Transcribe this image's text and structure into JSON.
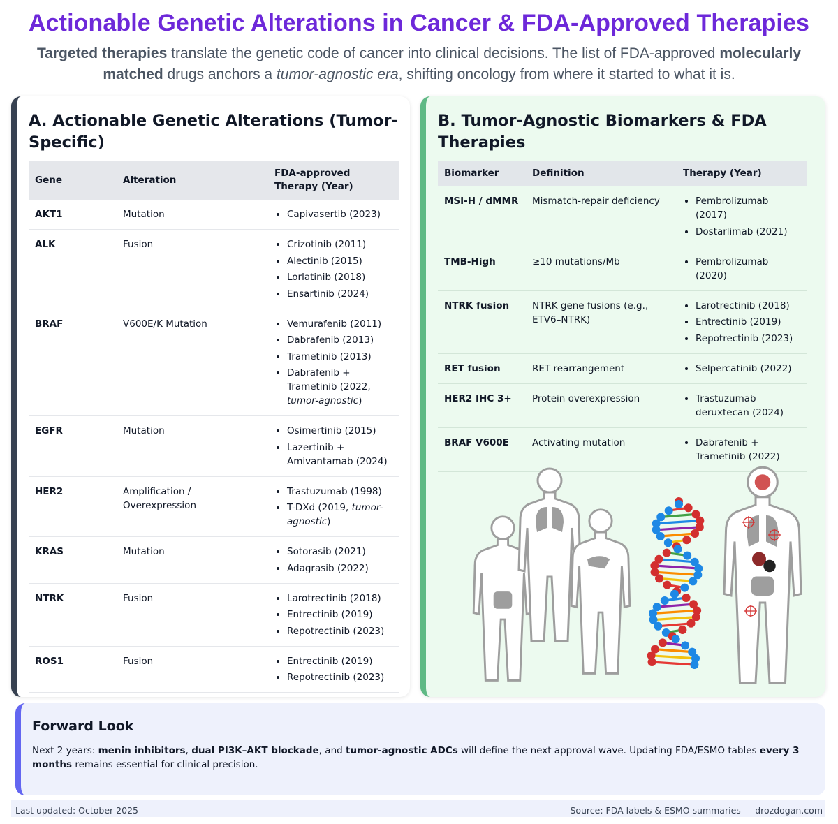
{
  "header": {
    "title": "Actionable Genetic Alterations in Cancer & FDA-Approved Therapies",
    "subtitle": {
      "s1": "Targeted therapies",
      "s2": " translate the genetic code of cancer into clinical decisions. The list of FDA-approved ",
      "s3": "molecularly matched",
      "s4": " drugs anchors a ",
      "s5": "tumor-agnostic era",
      "s6": ", shifting oncology from where it started to what it is."
    }
  },
  "panel_a": {
    "title": "A. Actionable Genetic Alterations (Tumor-Specific)",
    "columns": [
      "Gene",
      "Alteration",
      "FDA-approved Therapy (Year)"
    ],
    "rows": [
      {
        "gene": "AKT1",
        "alteration": "Mutation",
        "therapies": [
          "Capivasertib (2023)"
        ]
      },
      {
        "gene": "ALK",
        "alteration": "Fusion",
        "therapies": [
          "Crizotinib (2011)",
          "Alectinib (2015)",
          "Lorlatinib (2018)",
          "Ensartinib (2024)"
        ]
      },
      {
        "gene": "BRAF",
        "alteration": "V600E/K Mutation",
        "therapies": [
          "Vemurafenib (2011)",
          "Dabrafenib (2013)",
          "Trametinib (2013)"
        ],
        "special": {
          "text": "Dabrafenib + Trametinib (2022, ",
          "em": "tumor-agnostic",
          "close": ")"
        }
      },
      {
        "gene": "EGFR",
        "alteration": "Mutation",
        "therapies": [
          "Osimertinib (2015)",
          "Lazertinib + Amivantamab (2024)"
        ]
      },
      {
        "gene": "HER2",
        "alteration": "Amplification / Overexpression",
        "therapies": [
          "Trastuzumab (1998)"
        ],
        "special": {
          "text": "T-DXd (2019, ",
          "em": "tumor-agnostic",
          "close": ")"
        }
      },
      {
        "gene": "KRAS",
        "alteration": "Mutation",
        "therapies": [
          "Sotorasib (2021)",
          "Adagrasib (2022)"
        ]
      },
      {
        "gene": "NTRK",
        "alteration": "Fusion",
        "therapies": [
          "Larotrectinib (2018)",
          "Entrectinib (2019)",
          "Repotrectinib (2023)"
        ]
      },
      {
        "gene": "ROS1",
        "alteration": "Fusion",
        "therapies": [
          "Entrectinib (2019)",
          "Repotrectinib (2023)"
        ]
      }
    ]
  },
  "panel_b": {
    "title": "B. Tumor-Agnostic Biomarkers & FDA Therapies",
    "columns": [
      "Biomarker",
      "Definition",
      "Therapy (Year)"
    ],
    "rows": [
      {
        "biomarker": "MSI-H / dMMR",
        "definition": "Mismatch-repair deficiency",
        "therapies": [
          "Pembrolizumab (2017)",
          "Dostarlimab (2021)"
        ]
      },
      {
        "biomarker": "TMB-High",
        "definition": "≥10 mutations/Mb",
        "therapies": [
          "Pembrolizumab (2020)"
        ]
      },
      {
        "biomarker": "NTRK fusion",
        "definition": "NTRK gene fusions (e.g., ETV6–NTRK)",
        "therapies": [
          "Larotrectinib (2018)",
          "Entrectinib (2019)",
          "Repotrectinib (2023)"
        ]
      },
      {
        "biomarker": "RET fusion",
        "definition": "RET rearrangement",
        "therapies": [
          "Selpercatinib (2022)"
        ]
      },
      {
        "biomarker": "HER2 IHC 3+",
        "definition": "Protein overexpression",
        "therapies": [
          "Trastuzumab deruxtecan (2024)"
        ]
      },
      {
        "biomarker": "BRAF V600E",
        "definition": "Activating mutation",
        "therapies": [
          "Dabrafenib + Trametinib (2022)"
        ]
      }
    ],
    "illustration_icons": [
      "human-body-silhouette-icon",
      "dna-double-helix-icon",
      "target-crosshair-icon"
    ]
  },
  "forward": {
    "title": "Forward Look",
    "p1": "Next 2 years: ",
    "b1": "menin inhibitors",
    "p2": ", ",
    "b2": "dual PI3K–AKT blockade",
    "p3": ", and ",
    "b3": "tumor-agnostic ADCs",
    "p4": " will define the next approval wave. Updating FDA/ESMO tables ",
    "b4": "every 3 months",
    "p5": " remains essential for clinical precision."
  },
  "footer": {
    "left": "Last updated: October 2025",
    "right": "Source: FDA labels & ESMO summaries — drozdogan.com"
  },
  "colors": {
    "title": "#6d28d9",
    "panel_a_accent": "#374151",
    "panel_b_accent": "#5fb985",
    "panel_b_bg": "#ecfaef",
    "forward_accent": "#6366f1",
    "forward_bg": "#eef1fc",
    "dna_red": "#d32f2f",
    "dna_blue": "#1e88e5"
  }
}
